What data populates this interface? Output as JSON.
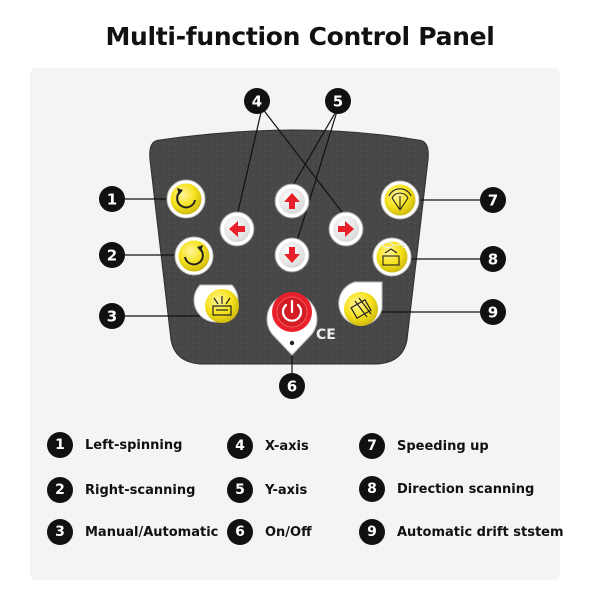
{
  "title": "Multi-function Control Panel",
  "panel": {
    "ce_mark": "CE",
    "callouts": [
      "1",
      "2",
      "3",
      "4",
      "5",
      "6",
      "7",
      "8",
      "9"
    ],
    "buttons": {
      "b1": "rotate-left-icon",
      "b2": "rotate-right-icon",
      "b3": "manual-automatic-icon",
      "left": "arrow-left-icon",
      "right": "arrow-right-icon",
      "up": "arrow-up-icon",
      "down": "arrow-down-icon",
      "power": "power-icon",
      "b7": "speed-fan-icon",
      "b8": "direction-scan-icon",
      "b9": "drift-system-icon"
    }
  },
  "legend": [
    {
      "num": "1",
      "label": "Left-spinning"
    },
    {
      "num": "2",
      "label": "Right-scanning"
    },
    {
      "num": "3",
      "label": "Manual/Automatic"
    },
    {
      "num": "4",
      "label": "X-axis"
    },
    {
      "num": "5",
      "label": "Y-axis"
    },
    {
      "num": "6",
      "label": "On/Off"
    },
    {
      "num": "7",
      "label": "Speeding up"
    },
    {
      "num": "8",
      "label": "Direction scanning"
    },
    {
      "num": "9",
      "label": "Automatic drift ststem"
    }
  ],
  "colors": {
    "panel": "#454545",
    "yellow": "#f6e21c",
    "red": "#e8202a",
    "callout": "#111111"
  }
}
